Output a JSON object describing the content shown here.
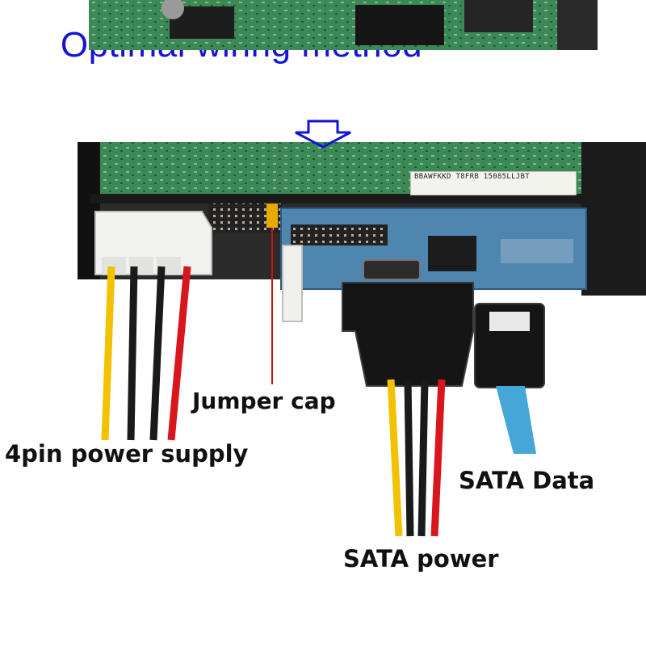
{
  "title": "Optimal wiring method",
  "labels": {
    "jumper_cap": "Jumper cap",
    "four_pin_power": "4pin power supply",
    "sata_data": "SATA Data",
    "sata_power": "SATA power"
  },
  "drive_label_text": "BBAWFKKD T8FRB 15085LLJBT",
  "colors": {
    "title_text": "#1414d8",
    "pcb_green": "#3f8f5a",
    "adapter_blue": "#4f86b0",
    "wire_yellow": "#f2c200",
    "wire_red": "#d8161c",
    "wire_black": "#1a1a1a",
    "sata_data_cable": "#45a7d8",
    "pointer_red": "#d01010"
  }
}
